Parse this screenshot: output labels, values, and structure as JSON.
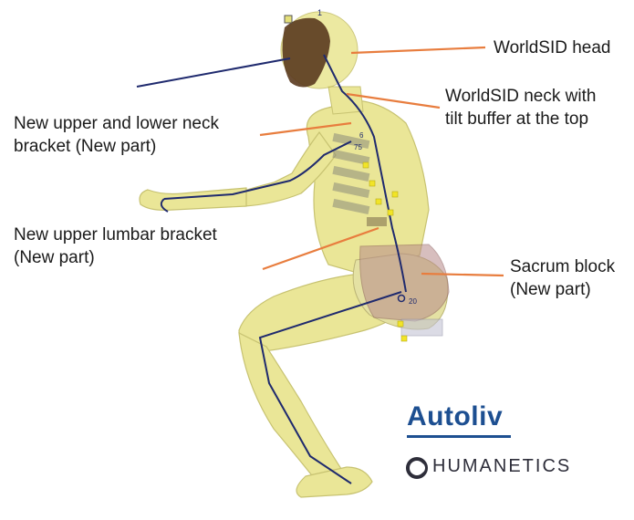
{
  "labels": {
    "head": [
      "WorldSID head"
    ],
    "neck": [
      "WorldSID neck with",
      "tilt buffer at the top"
    ],
    "neck_bracket": [
      "New upper and lower neck",
      "bracket (New part)"
    ],
    "lumbar_bracket": [
      "New upper lumbar bracket",
      "(New part)"
    ],
    "sacrum": [
      "Sacrum block",
      "(New part)"
    ]
  },
  "node_labels": {
    "head_top": "1",
    "neck_base": "6",
    "neck_bracket": "75",
    "pelvis": "20"
  },
  "logos": {
    "autoliv": "Autoliv",
    "humanetics": "HUMANETICS"
  },
  "colors": {
    "body_fill": "#e5e07a",
    "body_edge": "#b8b24a",
    "head": "#5a3a1e",
    "skeleton_line": "#1f2a6e",
    "leader_line": "#e87d3e",
    "sacrum": "#b88a8a",
    "autoliv_blue": "#1d4f91"
  }
}
